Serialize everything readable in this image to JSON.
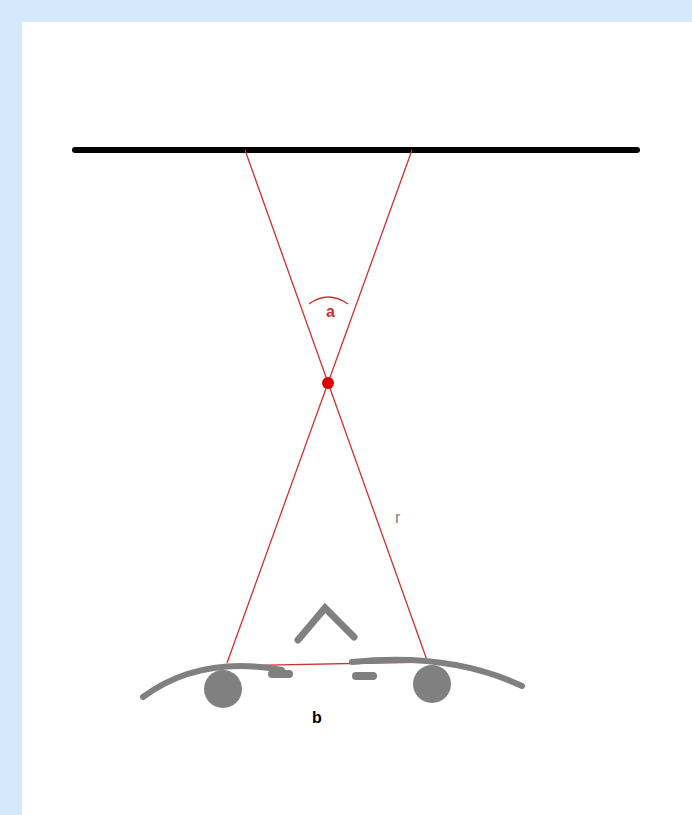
{
  "diagram": {
    "labels": [
      "a",
      "r",
      "b"
    ]
  }
}
